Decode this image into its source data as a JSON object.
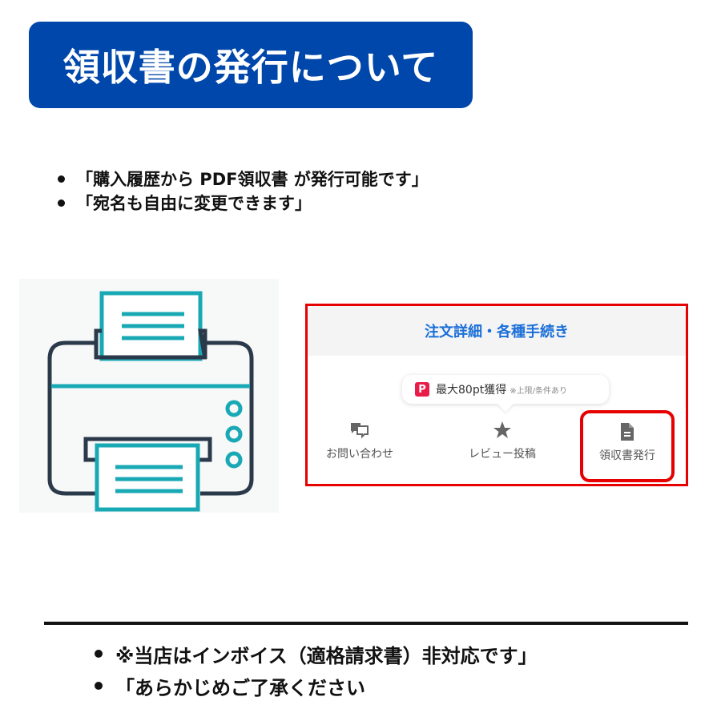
{
  "title": "領収書の発行について",
  "intro_bullets": [
    "「購入履歴から PDF領収書 が発行可能です」",
    "「宛名も自由に変更できます」"
  ],
  "illustration": {
    "icon": "printer-icon",
    "colors": {
      "outline": "#2b3a4a",
      "accent": "#19a9b5"
    }
  },
  "order_panel": {
    "header": "注文詳細・各種手続き",
    "tooltip": {
      "icon": "paypay-icon",
      "icon_glyph": "P",
      "main": "最大80pt獲得",
      "note": "※上限/条件あり"
    },
    "actions": [
      {
        "icon": "chat-bubbles-icon",
        "label": "お問い合わせ"
      },
      {
        "icon": "star-icon",
        "label": "レビュー投稿"
      },
      {
        "icon": "document-icon",
        "label": "領収書発行",
        "highlighted": true
      }
    ]
  },
  "notes": [
    "※当店はインボイス（適格請求書）非対応です」",
    "「あらかじめご了承ください"
  ],
  "colors": {
    "banner": "#0047ab",
    "highlight_border": "#e60000",
    "panel_header_text": "#1a6fd9"
  }
}
